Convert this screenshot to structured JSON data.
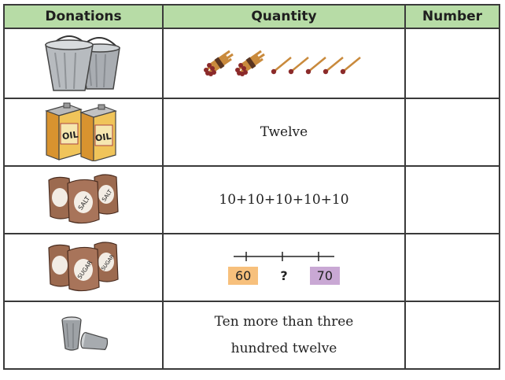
{
  "table": {
    "headers": [
      "Donations",
      "Quantity",
      "Number"
    ],
    "rows": [
      {
        "donation_icon": "buckets-icon",
        "quantity_text": "",
        "quantity_icon": "matchsticks-icon",
        "number": ""
      },
      {
        "donation_icon": "oil-tins-icon",
        "quantity_text": "Twelve",
        "number": "",
        "label": "OIL"
      },
      {
        "donation_icon": "salt-bags-icon",
        "quantity_text": "10+10+10+10+10",
        "number": "",
        "label": "SALT"
      },
      {
        "donation_icon": "sugar-bags-icon",
        "quantity_text": "",
        "number": "",
        "label": "SUGAR",
        "number_line": {
          "left": "60",
          "middle": "?",
          "right": "70"
        }
      },
      {
        "donation_icon": "glasses-icon",
        "quantity_line1": "Ten more than three",
        "quantity_line2": "hundred twelve",
        "number": ""
      }
    ]
  },
  "colors": {
    "header_bg": "#b7dca6",
    "box_60": "#f7c07c",
    "box_70": "#c9a8d4",
    "match_head": "#8b2a2a"
  }
}
